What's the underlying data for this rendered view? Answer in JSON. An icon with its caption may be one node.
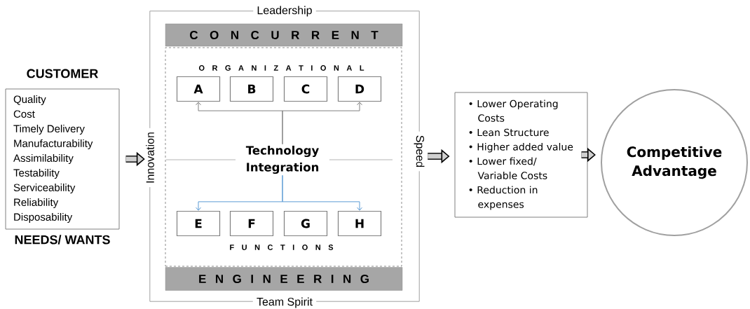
{
  "diagram": {
    "nodes": [
      {
        "text": [
          "CUSTOMER",
          "Quality",
          "Cost",
          "Timely Delivery",
          "Manufacturability",
          "Assimilability",
          "Testability",
          "Serviceability",
          "Reliability",
          "Disposability"
        ],
        "beside": [
          "NEEDS/ WANTS"
        ]
      },
      {
        "text": [
          "Leadership",
          "Innovation",
          "Speed",
          "Team Spirit"
        ]
      },
      {
        "text": [
          "C O N C U R R E N T"
        ],
        "in": 1
      },
      {
        "text": [
          "O R G A N I Z A T I O N A L",
          "F U N C T I O N S"
        ],
        "in": 1
      },
      {
        "text": [
          "E N G I N E E R I N G"
        ],
        "in": 1
      },
      {
        "text": [
          "Technology Integration"
        ],
        "in": 3
      },
      {
        "text": [
          "A"
        ],
        "in": 3
      },
      {
        "text": [
          "B"
        ],
        "in": 3
      },
      {
        "text": [
          "C"
        ],
        "in": 3
      },
      {
        "text": [
          "D"
        ],
        "in": 3
      },
      {
        "text": [
          "E"
        ],
        "in": 3
      },
      {
        "text": [
          "F"
        ],
        "in": 3
      },
      {
        "text": [
          "G"
        ],
        "in": 3
      },
      {
        "text": [
          "H"
        ],
        "in": 3
      },
      {
        "text": [
          "• Lower Operating Costs",
          "• Lean Structure",
          "• Higher added value",
          "• Lower fixed/ Variable Costs",
          "• Reduction in expenses"
        ]
      },
      {
        "text": [
          "Competitive Advantage"
        ]
      }
    ],
    "edges": [
      {
        "from": 0,
        "to": 1,
        "arrow": "to",
        "style": "thick"
      },
      {
        "from": 5,
        "to": 6,
        "arrow": "to",
        "color": "#7f7f7f"
      },
      {
        "from": 5,
        "to": 9,
        "arrow": "to",
        "color": "#7f7f7f"
      },
      {
        "from": 5,
        "to": 10,
        "arrow": "to",
        "color": "#5b9bd5"
      },
      {
        "from": 5,
        "to": 13,
        "arrow": "to",
        "color": "#5b9bd5"
      },
      {
        "from": 1,
        "to": 14,
        "arrow": "to",
        "style": "thick"
      },
      {
        "from": 14,
        "to": 15,
        "arrow": "to",
        "style": "thick"
      }
    ]
  }
}
